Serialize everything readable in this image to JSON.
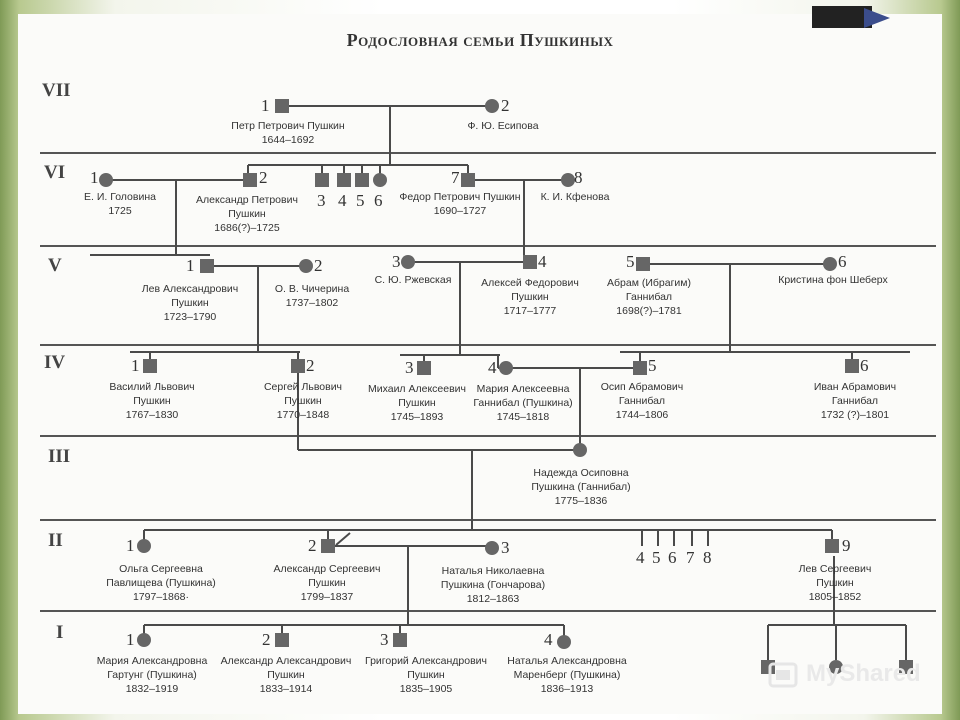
{
  "title": "Родословная семьи Пушкиных",
  "generations": [
    "VII",
    "VI",
    "V",
    "IV",
    "III",
    "II",
    "I"
  ],
  "people": {
    "g7_1": {
      "num": "1",
      "name": "Петр Петрович Пушкин",
      "years": "1644–1692"
    },
    "g7_2": {
      "num": "2",
      "name": "Ф. Ю. Есипова",
      "years": ""
    },
    "g6_1": {
      "num": "1",
      "name": "Е. И. Головина",
      "years": "1725"
    },
    "g6_2": {
      "num": "2",
      "name1": "Александр Петрович",
      "name2": "Пушкин",
      "years": "1686(?)–1725"
    },
    "g6_3": {
      "num": "3"
    },
    "g6_4": {
      "num": "4"
    },
    "g6_5": {
      "num": "5"
    },
    "g6_6": {
      "num": "6"
    },
    "g6_7": {
      "num": "7",
      "name": "Федор Петрович Пушкин",
      "years": "1690–1727"
    },
    "g6_8": {
      "num": "8",
      "name": "К. И. Кфенова"
    },
    "g5_1": {
      "num": "1",
      "name1": "Лев Александрович",
      "name2": "Пушкин",
      "years": "1723–1790"
    },
    "g5_2": {
      "num": "2",
      "name": "О. В. Чичерина",
      "years": "1737–1802"
    },
    "g5_3": {
      "num": "3",
      "name": "С. Ю. Ржевская"
    },
    "g5_4": {
      "num": "4",
      "name1": "Алексей Федорович",
      "name2": "Пушкин",
      "years": "1717–1777"
    },
    "g5_5": {
      "num": "5",
      "name1": "Абрам (Ибрагим)",
      "name2": "Ганнибал",
      "years": "1698(?)–1781"
    },
    "g5_6": {
      "num": "6",
      "name": "Кристина фон Шеберх"
    },
    "g4_1": {
      "num": "1",
      "name1": "Василий Львович",
      "name2": "Пушкин",
      "years": "1767–1830"
    },
    "g4_2": {
      "num": "2",
      "name1": "Сергей Львович",
      "name2": "Пушкин",
      "years": "1770–1848"
    },
    "g4_3": {
      "num": "3",
      "name1": "Михаил Алексеевич",
      "name2": "Пушкин",
      "years": "1745–1893"
    },
    "g4_4": {
      "num": "4",
      "name1": "Мария Алексеевна",
      "name2": "Ганнибал (Пушкина)",
      "years": "1745–1818"
    },
    "g4_5": {
      "num": "5",
      "name1": "Осип Абрамович",
      "name2": "Ганнибал",
      "years": "1744–1806"
    },
    "g4_6": {
      "num": "6",
      "name1": "Иван Абрамович",
      "name2": "Ганнибал",
      "years": "1732 (?)–1801"
    },
    "g3_1": {
      "name1": "Надежда Осиповна",
      "name2": "Пушкина (Ганнибал)",
      "years": "1775–1836"
    },
    "g2_1": {
      "num": "1",
      "name1": "Ольга Сергеевна",
      "name2": "Павлищева (Пушкина)",
      "years": "1797–1868·"
    },
    "g2_2": {
      "num": "2",
      "name1": "Александр Сергеевич",
      "name2": "Пушкин",
      "years": "1799–1837"
    },
    "g2_3": {
      "num": "3",
      "name1": "Наталья Николаевна",
      "name2": "Пушкина (Гончарова)",
      "years": "1812–1863"
    },
    "g2_4": {
      "num": "4"
    },
    "g2_5": {
      "num": "5"
    },
    "g2_6": {
      "num": "6"
    },
    "g2_7": {
      "num": "7"
    },
    "g2_8": {
      "num": "8"
    },
    "g2_9": {
      "num": "9",
      "name1": "Лев Сергеевич",
      "name2": "Пушкин",
      "years": "1805–1852"
    },
    "g1_1": {
      "num": "1",
      "name1": "Мария Александровна",
      "name2": "Гартунг (Пушкина)",
      "years": "1832–1919"
    },
    "g1_2": {
      "num": "2",
      "name1": "Александр Александрович",
      "name2": "Пушкин",
      "years": "1833–1914"
    },
    "g1_3": {
      "num": "3",
      "name1": "Григорий Александрович",
      "name2": "Пушкин",
      "years": "1835–1905"
    },
    "g1_4": {
      "num": "4",
      "name1": "Наталья Александровна",
      "name2": "Маренберг (Пушкина)",
      "years": "1836–1913"
    }
  },
  "watermark": {
    "text": "MyShared"
  },
  "colors": {
    "line": "#555555",
    "symbol": "#666666",
    "accent_band": "#8fa863"
  }
}
